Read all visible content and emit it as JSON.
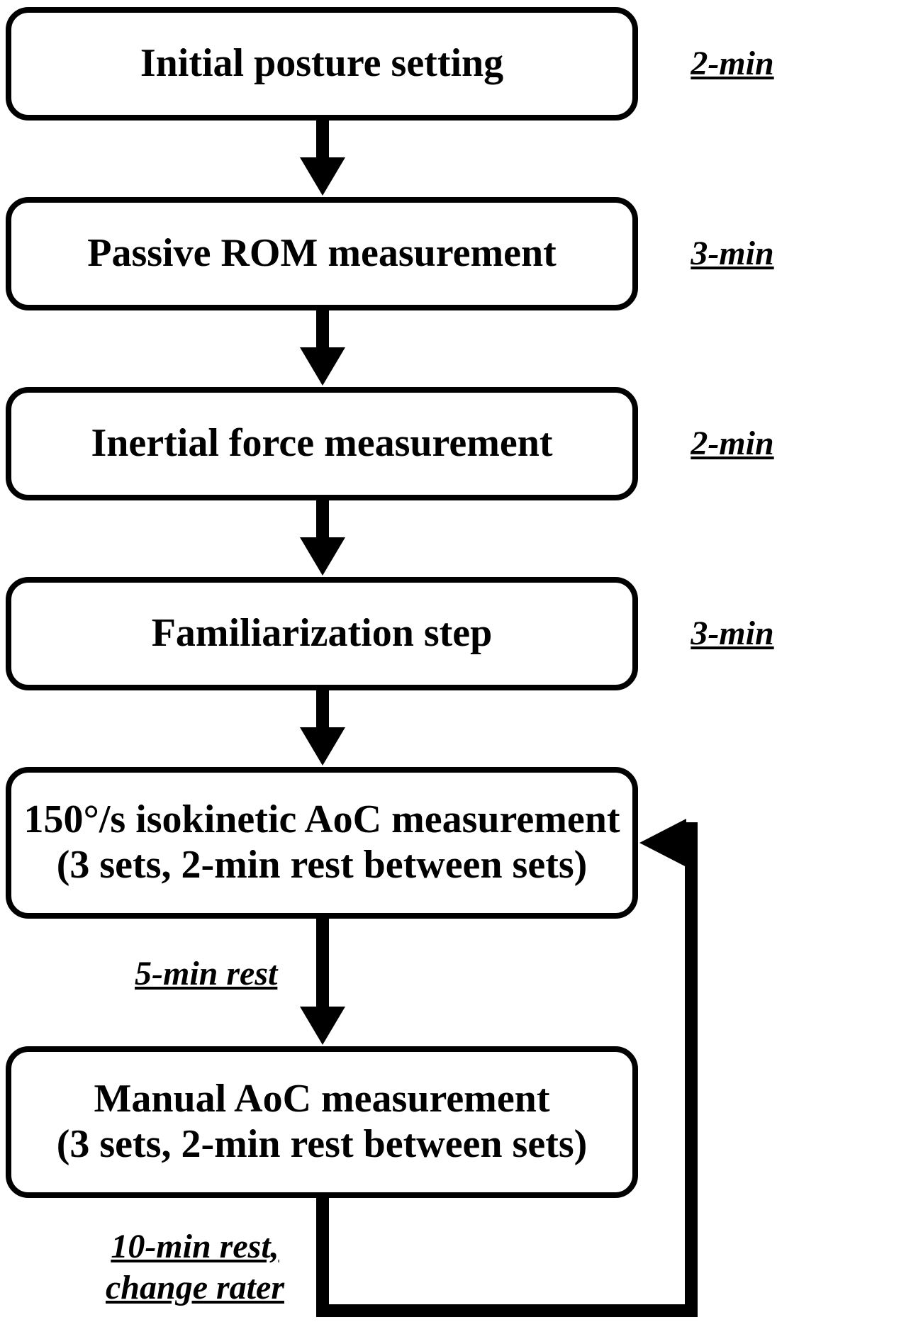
{
  "flowchart": {
    "boxes": [
      {
        "title": "Initial posture setting"
      },
      {
        "title": "Passive ROM measurement"
      },
      {
        "title": "Inertial force measurement"
      },
      {
        "title": "Familiarization step"
      },
      {
        "line1": "150°/s isokinetic AoC measurement",
        "line2": "(3 sets, 2-min rest between sets)"
      },
      {
        "line1": "Manual AoC measurement",
        "line2": "(3 sets, 2-min rest between sets)"
      }
    ],
    "durations": [
      "2-min",
      "3-min",
      "2-min",
      "3-min"
    ],
    "rest_between_measurements": "5-min rest",
    "loop_label_line1": "10-min rest,",
    "loop_label_line2": "change rater",
    "colors": {
      "ink": "#000000",
      "background": "#ffffff"
    }
  }
}
